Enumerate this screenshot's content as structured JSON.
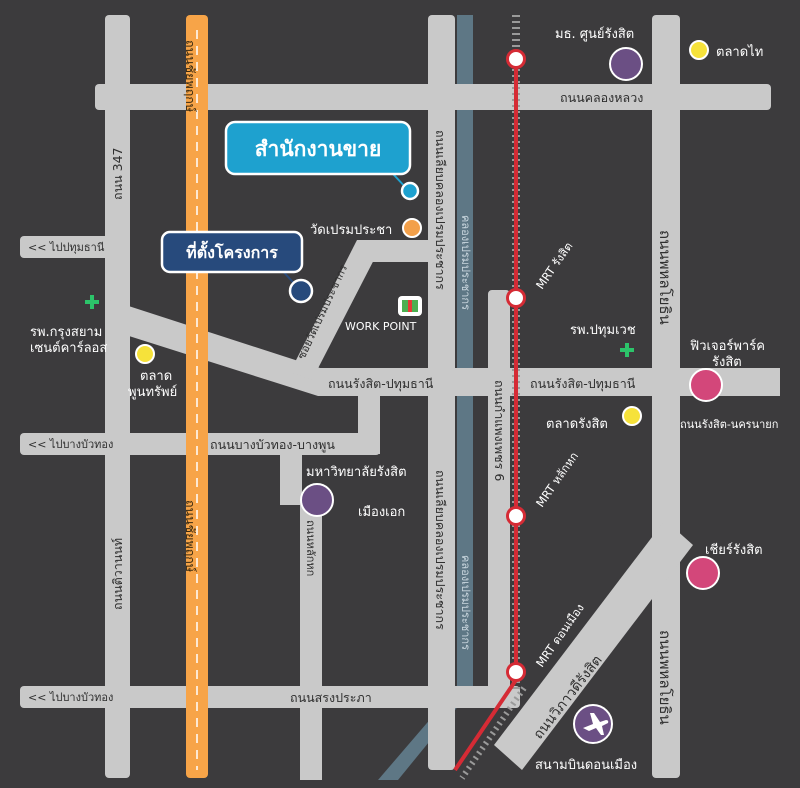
{
  "callouts": {
    "sales_office": "สำนักงานขาย",
    "project_site": "ที่ตั้งโครงการ"
  },
  "roads": {
    "khlong_luang": "ถนนคลองหลวง",
    "rangsit_pathum_left": "ถนนรังสิต-ปทุมธานี",
    "rangsit_pathum_right": "ถนนรังสิต-ปทุมธานี",
    "rangsit_nakhonnayok": "ถนนรังสิต-นครนายก",
    "bangbuathong_bangphun": "ถนนบางบัวทอง-บางพูน",
    "song_prapha": "ถนนสรงประภา",
    "vibhavadi": "ถนนวิภาวดีรังสิต",
    "road_347": "ถนน 347",
    "tiwanon": "ถนนติวานนท์",
    "chaiyaphruek": "ถนนชัยพฤกษ์",
    "lieb_khlong_prem_top": "ถนนเลียบคลองเปรมประชากร",
    "lieb_khlong_prem_bottom": "ถนนเลียบคลองเปรมประชากร",
    "kamphaeng_phet6": "ถนนกำแพงเพชร 6",
    "phahonyothin_top": "ถนนพหลโยธิน",
    "phahonyothin_bottom": "ถนนพหลโยธิน",
    "soi_wat_prem": "ซอยวัดเปรมประชากร",
    "lak_hok": "ถนนหลักหก"
  },
  "canals": {
    "prem_top": "คลองเปรมประชากร",
    "prem_bottom": "คลองเปรมประชากร"
  },
  "directions": {
    "to_pathum": "<< ไปปทุมธานี",
    "to_bangbuathong_1": "<< ไปบางบัวทอง",
    "to_bangbuathong_2": "<< ไปบางบัวทอง"
  },
  "mrt": {
    "rangsit": "MRT รังสิต",
    "lak_hok": "MRT หลักหก",
    "don_mueang": "MRT ดอนเมือง"
  },
  "places": {
    "rangsit_center_uni": "มธ. ศูนย์รังสิต",
    "talad_thai": "ตลาดไท",
    "wat_prem": "วัดเปรมประชา",
    "work_point": "WORK POINT",
    "bangkok_hospital_1": "รพ.กรุงสยาม",
    "bangkok_hospital_2": "เซนต์คาร์ลอส",
    "talad_phun_1": "ตลาด",
    "talad_phun_2": "พูนทรัพย์",
    "pathumvech_hospital": "รพ.ปทุมเวช",
    "future_park_1": "ฟิวเจอร์พาร์ค",
    "future_park_2": "รังสิต",
    "talad_rangsit": "ตลาดรังสิต",
    "rangsit_university": "มหาวิทยาลัยรังสิต",
    "mueang_ake": "เมืองเอก",
    "zeer_rangsit": "เชียร์รังสิต",
    "don_mueang_airport": "สนามบินดอนเมือง"
  },
  "colors": {
    "background": "#3c3b3d",
    "road": "#c9c9c9",
    "highway": "#f7a448",
    "canal": "#5e7785",
    "rail": "#d52b35",
    "callout": "#1ea1cf",
    "project": "#274a7c",
    "university": "#6b4f84",
    "mall": "#d3477a",
    "market": "#f6e23a",
    "temple": "#f3a04a",
    "hospital": "#2cc46a"
  }
}
